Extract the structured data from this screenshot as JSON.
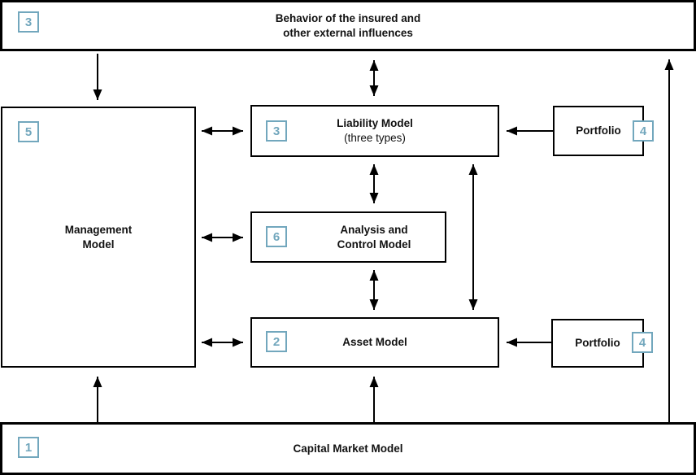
{
  "diagram": {
    "boxes": {
      "behavior": {
        "number": "3",
        "line1": "Behavior of the insured and",
        "line2": "other external influences"
      },
      "management": {
        "number": "5",
        "line1": "Management",
        "line2": "Model"
      },
      "liability": {
        "number": "3",
        "line1": "Liability Model",
        "line2": "(three types)"
      },
      "analysis": {
        "number": "6",
        "line1": "Analysis and",
        "line2": "Control Model"
      },
      "asset": {
        "number": "2",
        "label": "Asset Model"
      },
      "portfolio_top": {
        "number": "4",
        "label": "Portfolio"
      },
      "portfolio_bottom": {
        "number": "4",
        "label": "Portfolio"
      },
      "capital": {
        "number": "1",
        "label": "Capital Market Model"
      }
    },
    "colors": {
      "badge": "#72a7bd",
      "line": "#000000",
      "text": "#111111",
      "background": "#ffffff"
    },
    "edges": [
      {
        "from": "behavior",
        "to": "management",
        "style": "one-way"
      },
      {
        "from": "behavior",
        "to": "liability",
        "style": "two-way"
      },
      {
        "from": "liability",
        "to": "analysis",
        "style": "two-way"
      },
      {
        "from": "analysis",
        "to": "asset",
        "style": "two-way"
      },
      {
        "from": "liability",
        "to": "asset",
        "style": "two-way"
      },
      {
        "from": "management",
        "to": "liability",
        "style": "two-way"
      },
      {
        "from": "management",
        "to": "analysis",
        "style": "two-way"
      },
      {
        "from": "management",
        "to": "asset",
        "style": "two-way"
      },
      {
        "from": "portfolio_top",
        "to": "liability",
        "style": "one-way"
      },
      {
        "from": "portfolio_bottom",
        "to": "asset",
        "style": "one-way"
      },
      {
        "from": "capital",
        "to": "management",
        "style": "one-way"
      },
      {
        "from": "capital",
        "to": "asset",
        "style": "one-way"
      },
      {
        "from": "capital",
        "to": "behavior",
        "style": "one-way"
      }
    ]
  }
}
